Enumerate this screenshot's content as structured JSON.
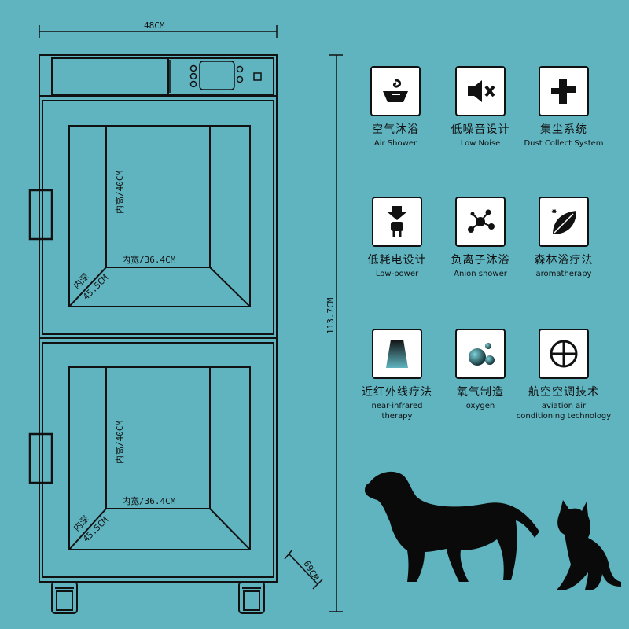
{
  "dimensions": {
    "width": "48CM",
    "height": "113.7CM",
    "legs": "69CM",
    "upper": {
      "inner_height": "内高/40CM",
      "inner_width": "内宽/36.4CM",
      "depth_cn": "内深",
      "depth_val": "45.5CM"
    },
    "lower": {
      "inner_height": "内高/40CM",
      "inner_width": "内宽/36.4CM",
      "depth_cn": "内深",
      "depth_val": "45.5CM"
    }
  },
  "features": [
    {
      "icon": "air-shower-icon",
      "cn": "空气沐浴",
      "en": "Air Shower"
    },
    {
      "icon": "low-noise-icon",
      "cn": "低噪音设计",
      "en": "Low Noise"
    },
    {
      "icon": "dust-collect-icon",
      "cn": "集尘系统",
      "en": "Dust Collect System"
    },
    {
      "icon": "low-power-icon",
      "cn": "低耗电设计",
      "en": "Low-power"
    },
    {
      "icon": "anion-shower-icon",
      "cn": "负离子沐浴",
      "en": "Anion shower"
    },
    {
      "icon": "aromatherapy-icon",
      "cn": "森林浴疗法",
      "en": "aromatherapy"
    },
    {
      "icon": "near-infrared-icon",
      "cn": "近红外线疗法",
      "en": "near-infrared\ntherapy"
    },
    {
      "icon": "oxygen-icon",
      "cn": "氧气制造",
      "en": "oxygen"
    },
    {
      "icon": "aviation-air-icon",
      "cn": "航空空调技术",
      "en": "aviation air\nconditioning technology"
    }
  ],
  "colors": {
    "background": "#5fb4c0",
    "line": "#111111",
    "silhouette": "#0a0a0a"
  }
}
